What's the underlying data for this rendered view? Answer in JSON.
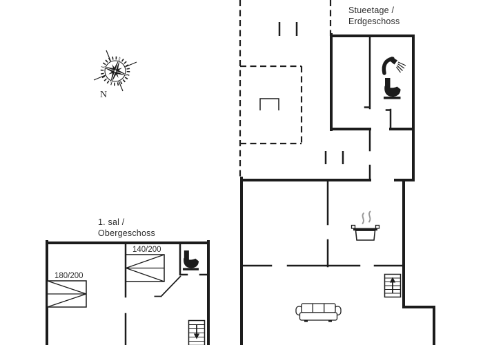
{
  "colors": {
    "background": "#ffffff",
    "line": "#1c1c1c",
    "text": "#2b2b2b",
    "steam": "#9a9a9a"
  },
  "compass": {
    "label": "N"
  },
  "floors": {
    "ground": {
      "title_line1": "Stueetage /",
      "title_line2": "Erdgeschoss",
      "features": [
        "shower",
        "toilet",
        "cooking-pot",
        "stairs-up",
        "sofa",
        "chimney",
        "dashed-terrace-outline",
        "door-opening-ticks"
      ]
    },
    "upper": {
      "title_line1": "1. sal /",
      "title_line2": "Obergeschoss",
      "beds": [
        {
          "label": "180/200"
        },
        {
          "label": "140/200"
        }
      ],
      "features": [
        "toilet",
        "stairs-down",
        "door-swing"
      ]
    }
  }
}
